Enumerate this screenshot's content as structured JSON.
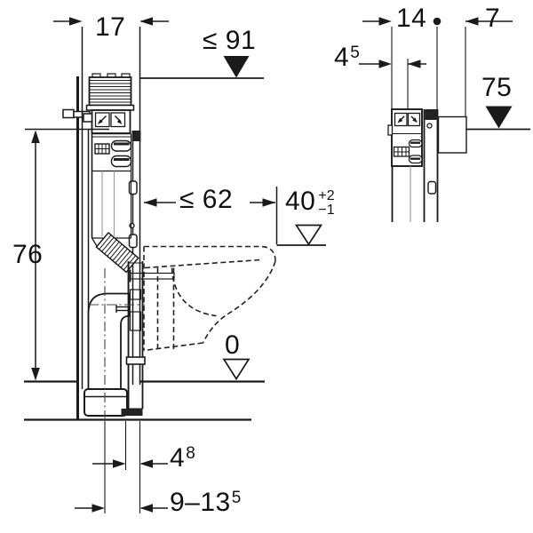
{
  "drawing": {
    "type": "wc-installation-element-dimension-diagram",
    "background": "#ffffff",
    "line_color": "#1a1a1a",
    "front_view": {
      "dims": {
        "top_depth": "17",
        "max_height": "≤ 91",
        "frame_height": "76",
        "max_projection": "≤ 62",
        "pan_level_base": "40",
        "pan_level_tol_plus": "+2",
        "pan_level_tol_minus": "−1",
        "floor_level": "0",
        "outlet_offset_base": "4",
        "outlet_offset_sup": "8",
        "outlet_range_base": "9–13",
        "outlet_range_sup": "5"
      }
    },
    "top_view": {
      "dims": {
        "element_depth": "14",
        "wall_box_depth": "7",
        "rail_depth_base": "4",
        "rail_depth_sup": "5",
        "side_level": "75"
      }
    }
  }
}
